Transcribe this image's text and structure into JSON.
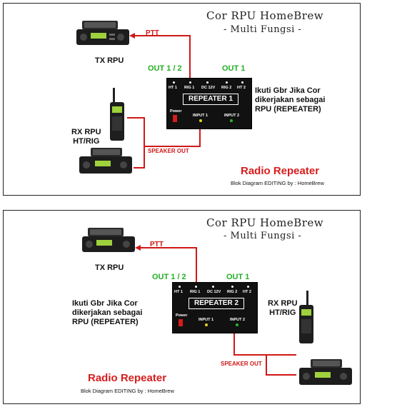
{
  "panel1": {
    "title": "Cor RPU HomeBrew",
    "subtitle": "- Multi Fungsi -",
    "tx_label": "TX RPU",
    "rx_label_line1": "RX RPU",
    "rx_label_line2": "HT/RIG",
    "ptt": "PTT",
    "out_12": "OUT 1 / 2",
    "out_1": "OUT 1",
    "speaker_out": "SPEAKER OUT",
    "note": [
      "Ikuti Gbr Jika Cor",
      "dikerjakan sebagai",
      "RPU (REPEATER)"
    ],
    "brand": "Radio Repeater",
    "credit": "Blok Diagram EDITING  by : HomeBrew",
    "box": {
      "name": "REPEATER 1",
      "ports": [
        "HT 1",
        "RIG 1",
        "DC 12V",
        "RIG 2",
        "HT 2"
      ],
      "power": "Power",
      "input1": "INPUT 1",
      "input2": "INPUT 2"
    }
  },
  "panel2": {
    "title": "Cor RPU HomeBrew",
    "subtitle": "- Multi Fungsi -",
    "tx_label": "TX RPU",
    "rx_label_line1": "RX RPU",
    "rx_label_line2": "HT/RIG",
    "ptt": "PTT",
    "out_12": "OUT 1 / 2",
    "out_1": "OUT 1",
    "speaker_out": "SPEAKER OUT",
    "note": [
      "Ikuti Gbr Jika Cor",
      "dikerjakan sebagai",
      "RPU (REPEATER)"
    ],
    "brand": "Radio Repeater",
    "credit": "Blok Diagram EDITING  by : HomeBrew",
    "box": {
      "name": "REPEATER 2",
      "ports": [
        "HT 1",
        "RIG 1",
        "DC 12V",
        "RIG 2",
        "HT 2"
      ],
      "power": "Power",
      "input1": "INPUT 1",
      "input2": "INPUT 2"
    }
  },
  "colors": {
    "wire": "#d01818",
    "out_label": "#22b024",
    "led_input1": "#e8d020",
    "led_input2": "#28b828",
    "brand": "#d81c1c"
  }
}
